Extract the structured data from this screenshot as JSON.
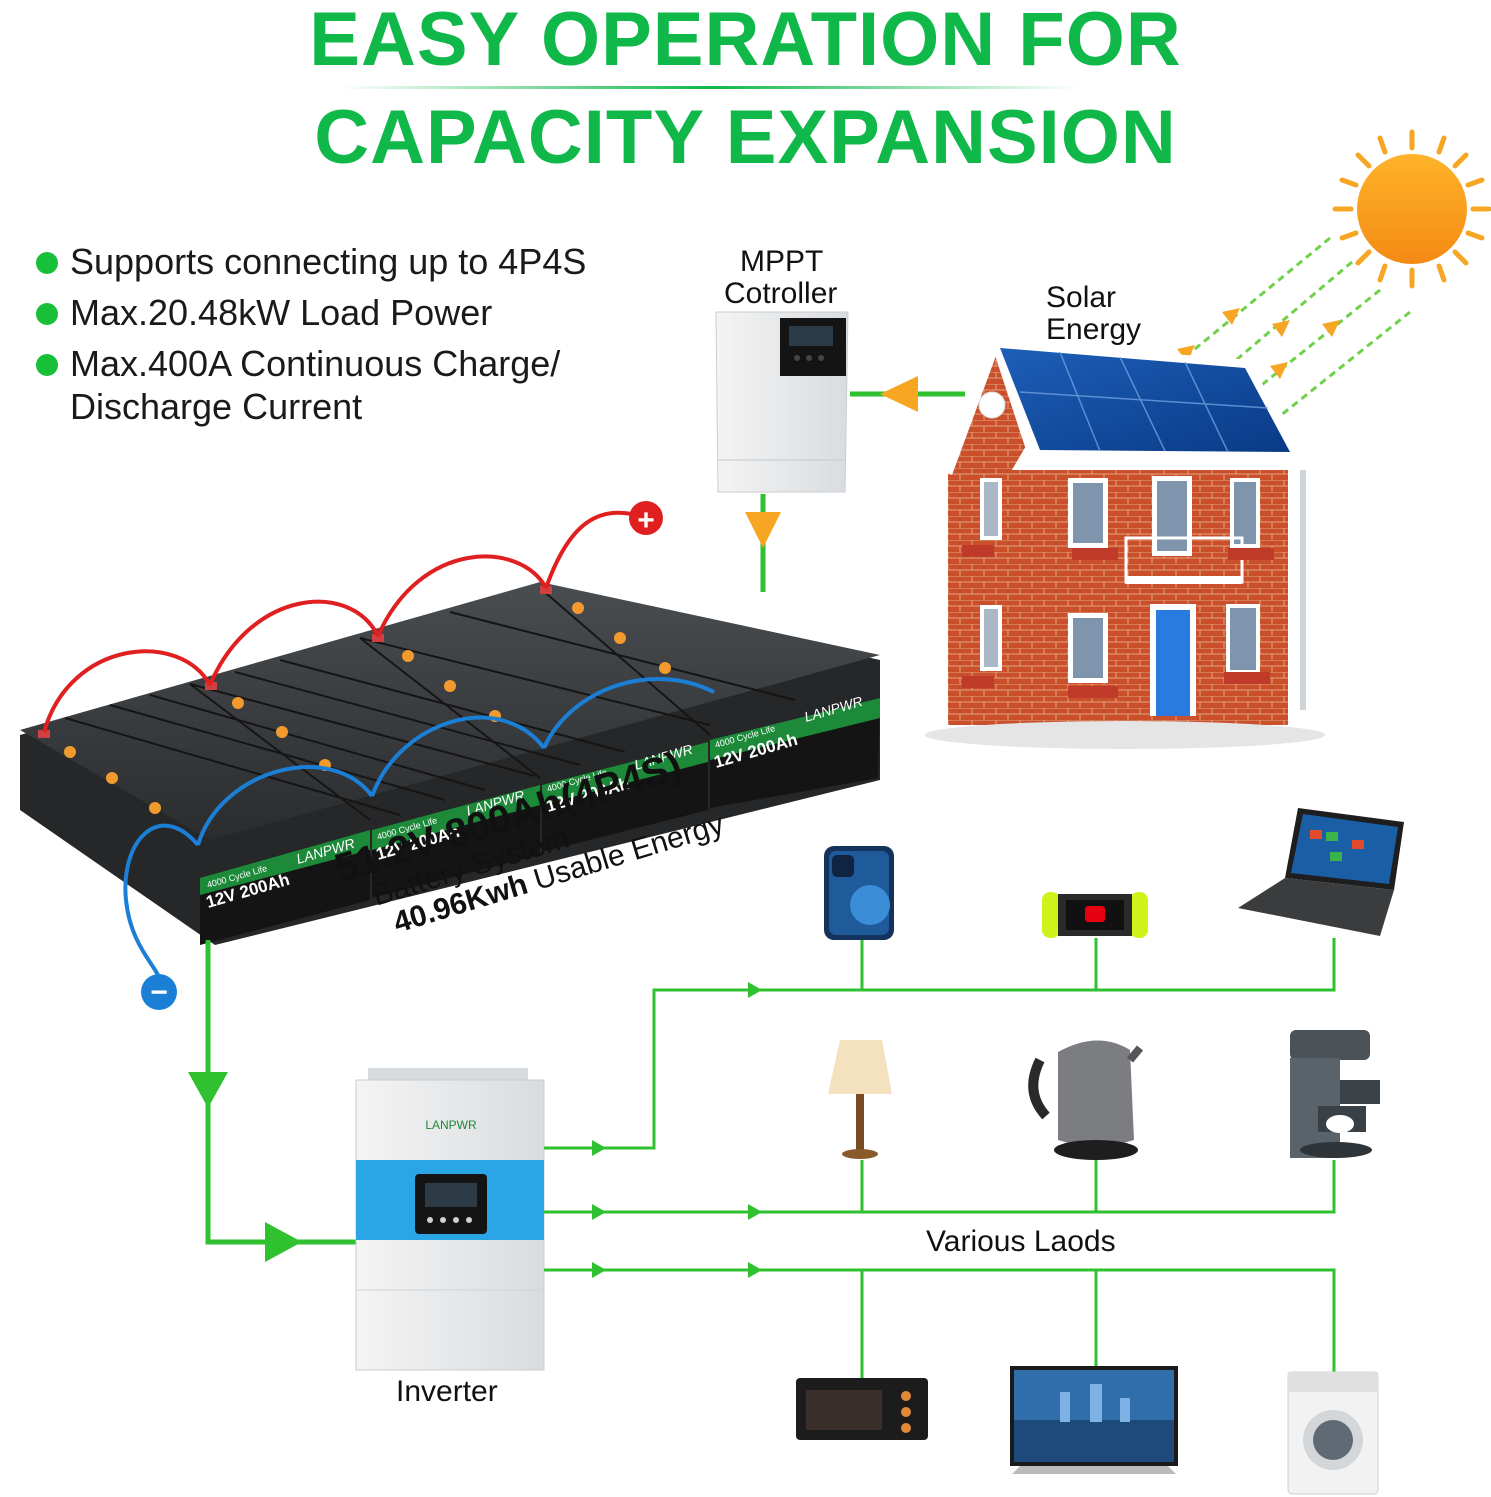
{
  "title": {
    "line1": "EASY OPERATION FOR",
    "line2": "CAPACITY EXPANSION"
  },
  "features": [
    "Supports connecting up to 4P4S",
    "Max.20.48kW Load Power",
    "Max.400A Continuous Charge/",
    "Discharge Current"
  ],
  "labels": {
    "mppt_line1": "MPPT",
    "mppt_line2": "Cotroller",
    "solar_line1": "Solar",
    "solar_line2": "Energy",
    "inverter": "Inverter",
    "loads": "Various Laods"
  },
  "battery": {
    "system_line1": "51.2V 800Ah(4P4S)",
    "system_line2": "Battery System",
    "system_line3_bold": "40.96Kwh",
    "system_line3_rest": " Usable Energy",
    "module_brand": "LANPWR",
    "module_rating": "12V 200Ah",
    "module_cycle": "4000 Cycle Life",
    "inverter_brand": "LANPWR",
    "positive_symbol": "+",
    "negative_symbol": "−"
  },
  "colors": {
    "title_green": "#10b84a",
    "line_green": "#2fc12f",
    "arrow_orange": "#f6a623",
    "positive_red": "#e02020",
    "negative_blue": "#1c7fd6",
    "inverter_band": "#2aa6e6"
  }
}
